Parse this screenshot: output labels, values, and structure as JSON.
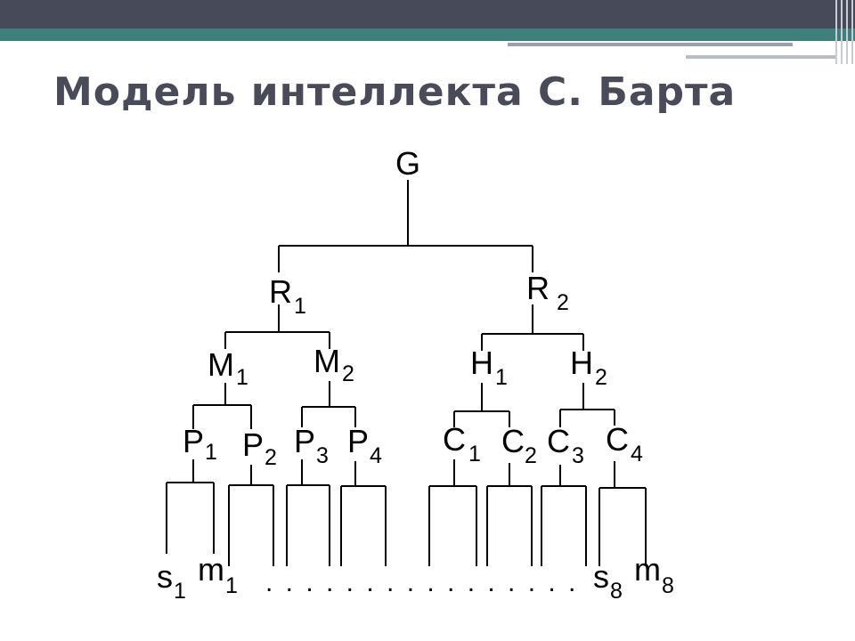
{
  "slide": {
    "title": "Модель интеллекта С. Барта"
  },
  "diagram": {
    "root": "G",
    "level1": [
      {
        "letter": "R",
        "sub": "1"
      },
      {
        "letter": "R",
        "sub": "2"
      }
    ],
    "level2": [
      {
        "letter": "M",
        "sub": "1"
      },
      {
        "letter": "M",
        "sub": "2"
      },
      {
        "letter": "H",
        "sub": "1"
      },
      {
        "letter": "H",
        "sub": "2"
      }
    ],
    "level3": [
      {
        "letter": "P",
        "sub": "1"
      },
      {
        "letter": "P",
        "sub": "2"
      },
      {
        "letter": "P",
        "sub": "3"
      },
      {
        "letter": "P",
        "sub": "4"
      },
      {
        "letter": "C",
        "sub": "1"
      },
      {
        "letter": "C",
        "sub": "2"
      },
      {
        "letter": "C",
        "sub": "3"
      },
      {
        "letter": "C",
        "sub": "4"
      }
    ],
    "leaves": [
      {
        "letter": "s",
        "sub": "1"
      },
      {
        "letter": "m",
        "sub": "1"
      },
      {
        "letter": "s",
        "sub": "8"
      },
      {
        "letter": "m",
        "sub": "8"
      }
    ],
    "ellipsis": ". . . . . . . . . . . . . . . ."
  }
}
